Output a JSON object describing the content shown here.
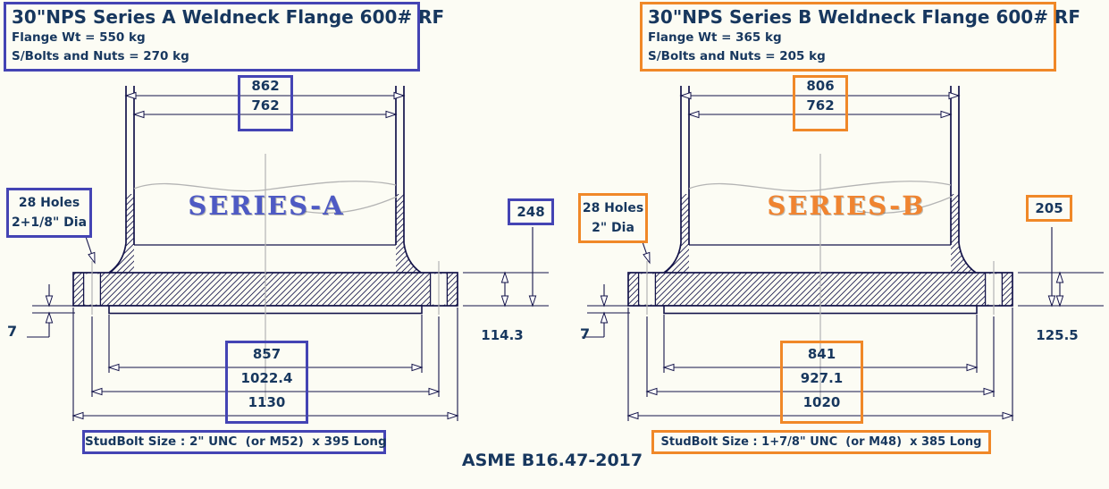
{
  "footer": {
    "standard": "ASME B16.47-2017"
  },
  "colors": {
    "series_a_accent": "#4444B4",
    "series_a_watermark": "#4E5AC4",
    "series_b_accent": "#F08828",
    "series_b_watermark": "#F08430",
    "drawing_line": "#14144A",
    "text": "#17375E",
    "centerline_gray": "#B4B4B4",
    "background": "#FCFCF4"
  },
  "panels": [
    {
      "id": "series-a",
      "title": "30\"NPS Series A Weldneck Flange 600# RF",
      "flange_wt": "Flange Wt = 550 kg",
      "bolts_nuts": "S/Bolts and Nuts = 270 kg",
      "watermark": "SERIES-A",
      "holes_line1": "28 Holes",
      "holes_line2": "2+1/8\" Dia",
      "dims": {
        "hub_od": "862",
        "pipe_od": "762",
        "length": "248",
        "rf_dia": "857",
        "bolt_circle": "1022.4",
        "flange_od": "1130",
        "thickness": "114.3",
        "rf_height": "7"
      },
      "studbolt": "StudBolt Size : 2\" UNC  (or M52)  x 395 Long"
    },
    {
      "id": "series-b",
      "title": "30\"NPS Series B Weldneck Flange 600# RF",
      "flange_wt": "Flange Wt = 365 kg",
      "bolts_nuts": "S/Bolts and Nuts = 205 kg",
      "watermark": "SERIES-B",
      "holes_line1": "28 Holes",
      "holes_line2": "2\" Dia",
      "dims": {
        "hub_od": "806",
        "pipe_od": "762",
        "length": "205",
        "rf_dia": "841",
        "bolt_circle": "927.1",
        "flange_od": "1020",
        "thickness": "125.5",
        "rf_height": "7"
      },
      "studbolt": "StudBolt Size : 1+7/8\" UNC  (or M48)  x 385 Long"
    }
  ]
}
